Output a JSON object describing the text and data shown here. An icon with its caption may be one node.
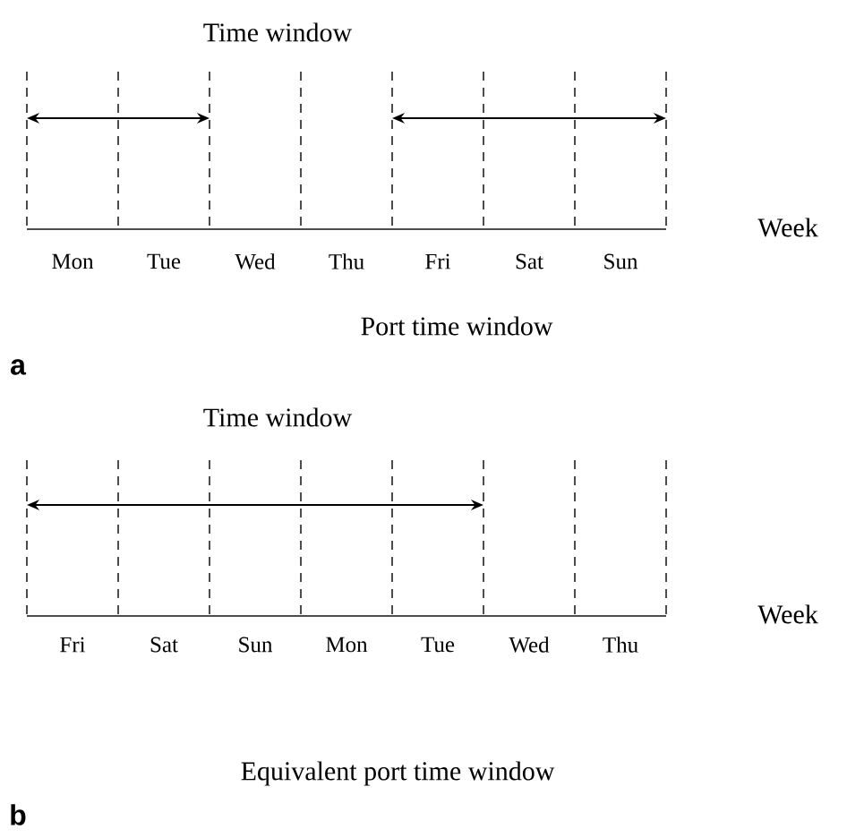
{
  "diagram": {
    "labels": [
      "Time window",
      "Mon",
      "Tue",
      "Wed",
      "Thu",
      "Fri",
      "Sat",
      "Sun",
      "Week",
      "Port time window",
      "a",
      "Time window",
      "Fri",
      "Sat",
      "Sun",
      "Mon",
      "Tue",
      "Wed",
      "Thu",
      "Week",
      "Equivalent port time window",
      "b"
    ]
  }
}
